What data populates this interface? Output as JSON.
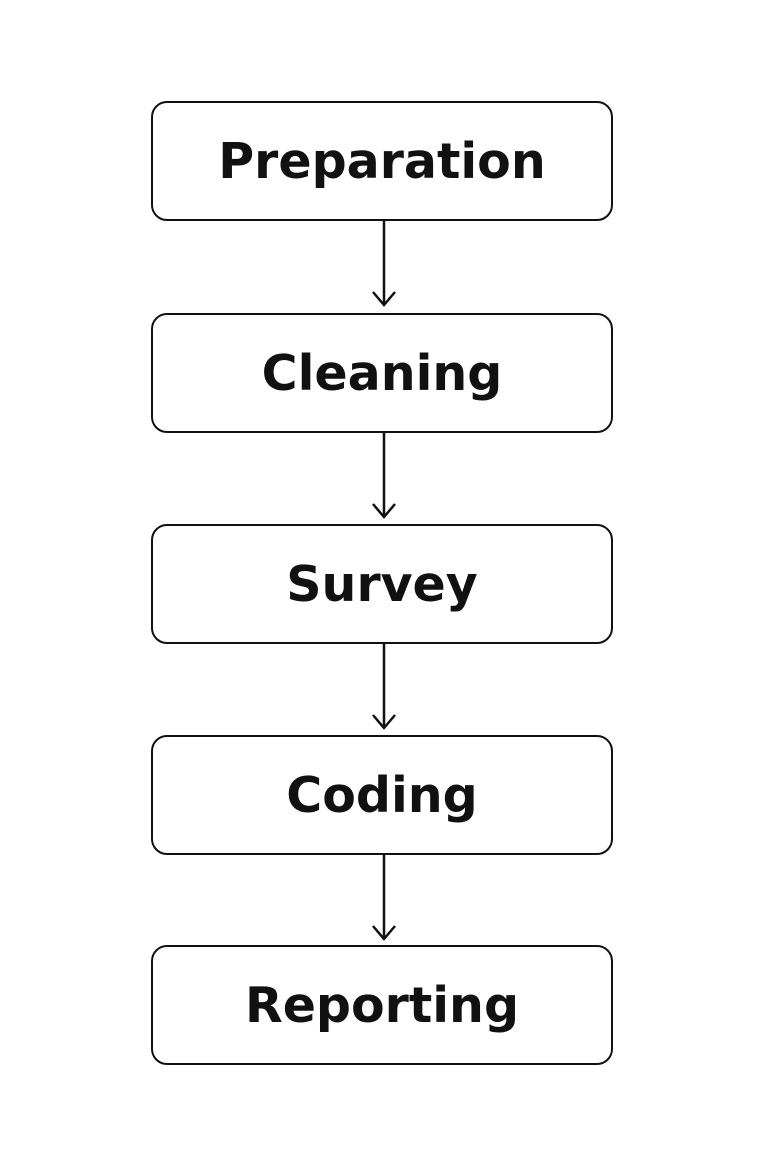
{
  "diagram": {
    "type": "vertical-flowchart",
    "stroke_color": "#111111",
    "background_color": "#ffffff",
    "steps": [
      {
        "label": "Preparation"
      },
      {
        "label": "Cleaning"
      },
      {
        "label": "Survey"
      },
      {
        "label": "Coding"
      },
      {
        "label": "Reporting"
      }
    ],
    "connectors": [
      {
        "from": "Preparation",
        "to": "Cleaning",
        "icon": "arrow-down-icon"
      },
      {
        "from": "Cleaning",
        "to": "Survey",
        "icon": "arrow-down-icon"
      },
      {
        "from": "Survey",
        "to": "Coding",
        "icon": "arrow-down-icon"
      },
      {
        "from": "Coding",
        "to": "Reporting",
        "icon": "arrow-down-icon"
      }
    ]
  }
}
